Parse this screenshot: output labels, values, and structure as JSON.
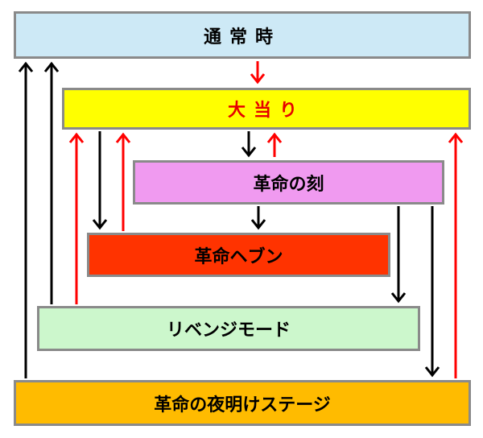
{
  "nodes": {
    "normal": "通常時",
    "jackpot": "大当り",
    "koku": "革命の刻",
    "heaven": "革命ヘブン",
    "revenge": "リベンジモード",
    "dawn": "革命の夜明けステージ"
  },
  "colors": {
    "normal_fill": "#cde9f6",
    "jackpot_fill": "#ffff00",
    "jackpot_text": "#e60000",
    "koku_fill": "#f09af0",
    "heaven_fill": "#ff3300",
    "revenge_fill": "#ccf7cc",
    "dawn_fill": "#ffbb00",
    "border": "#8a8a8a",
    "arrow_black": "#000000",
    "arrow_red": "#ff0000"
  },
  "edges": [
    {
      "from": "normal",
      "to": "jackpot",
      "color": "red"
    },
    {
      "from": "jackpot",
      "to": "koku",
      "color": "black"
    },
    {
      "from": "koku",
      "to": "jackpot",
      "color": "red"
    },
    {
      "from": "koku",
      "to": "heaven",
      "color": "black"
    },
    {
      "from": "jackpot",
      "to": "heaven",
      "color": "black"
    },
    {
      "from": "heaven",
      "to": "jackpot",
      "color": "red"
    },
    {
      "from": "koku",
      "to": "revenge",
      "color": "black"
    },
    {
      "from": "revenge",
      "to": "jackpot",
      "color": "red"
    },
    {
      "from": "revenge",
      "to": "normal",
      "color": "black"
    },
    {
      "from": "koku",
      "to": "dawn",
      "color": "black"
    },
    {
      "from": "dawn",
      "to": "jackpot",
      "color": "red"
    },
    {
      "from": "dawn",
      "to": "normal",
      "color": "black"
    }
  ]
}
